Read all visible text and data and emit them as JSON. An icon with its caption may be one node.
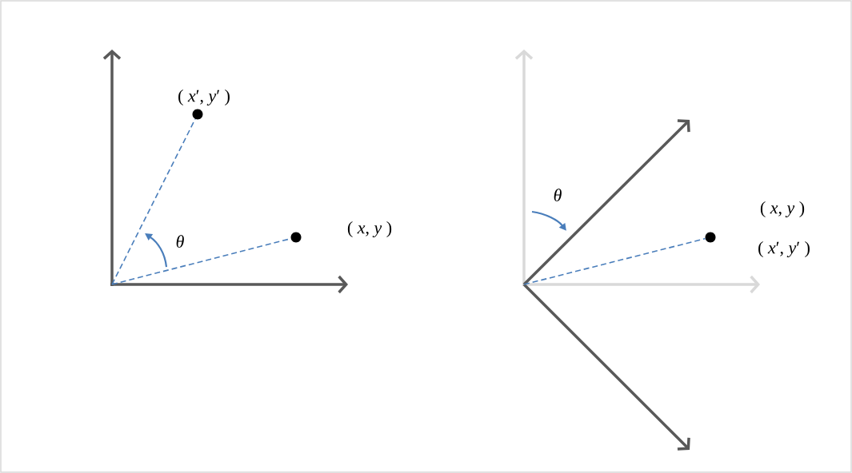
{
  "diagram": {
    "nodes": [
      {
        "text": [],
        "shape": "circle",
        "beside": [
          "( *x*′, *y*′ )"
        ]
      },
      {
        "text": [],
        "shape": "circle",
        "beside": [
          "( *x*, *y* )"
        ]
      },
      {
        "text": [],
        "shape": "circle",
        "beside": [
          "( *x*, *y* )",
          "( *x*′, *y*′ )"
        ]
      }
    ],
    "edges": [
      {
        "from": null,
        "to": 0,
        "arrow": "none",
        "style": "dashed"
      },
      {
        "from": null,
        "to": 1,
        "arrow": "none",
        "style": "dashed"
      },
      {
        "from": null,
        "to": 2,
        "arrow": "none",
        "style": "dashed"
      }
    ],
    "labels": [
      "θ",
      "θ"
    ]
  }
}
